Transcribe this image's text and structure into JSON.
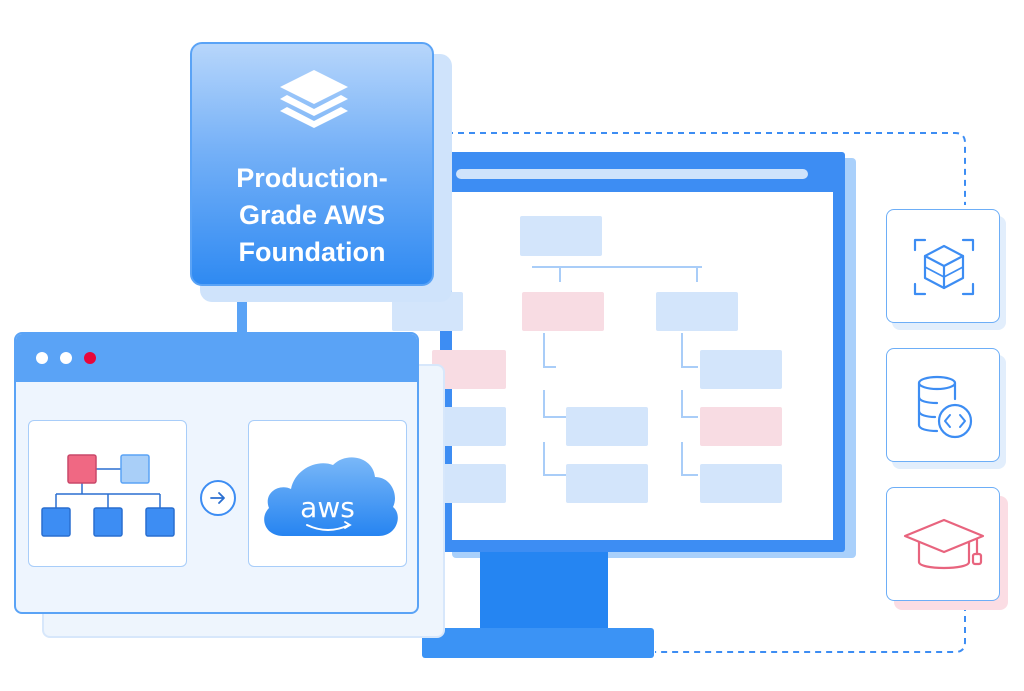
{
  "production_card": {
    "title_lines": [
      "Production-",
      "Grade AWS",
      "Foundation"
    ],
    "icon": "layers-stack-icon"
  },
  "browser_window": {
    "dots": [
      "white",
      "white",
      "red"
    ],
    "left_panel_icon": "org-tree-diagram-icon",
    "arrow_icon": "arrow-right-icon",
    "right_panel": {
      "icon": "aws-cloud-icon",
      "label": "aws"
    }
  },
  "right_tiles": [
    {
      "icon": "3d-cube-scan-icon"
    },
    {
      "icon": "database-code-icon"
    },
    {
      "icon": "graduation-cap-icon"
    }
  ],
  "colors": {
    "primary": "#2f8af2",
    "light_blue": "#d3e5fb",
    "accent_red": "#e8063a",
    "soft_red": "#f8dce3",
    "cap_red": "#e8647e"
  }
}
